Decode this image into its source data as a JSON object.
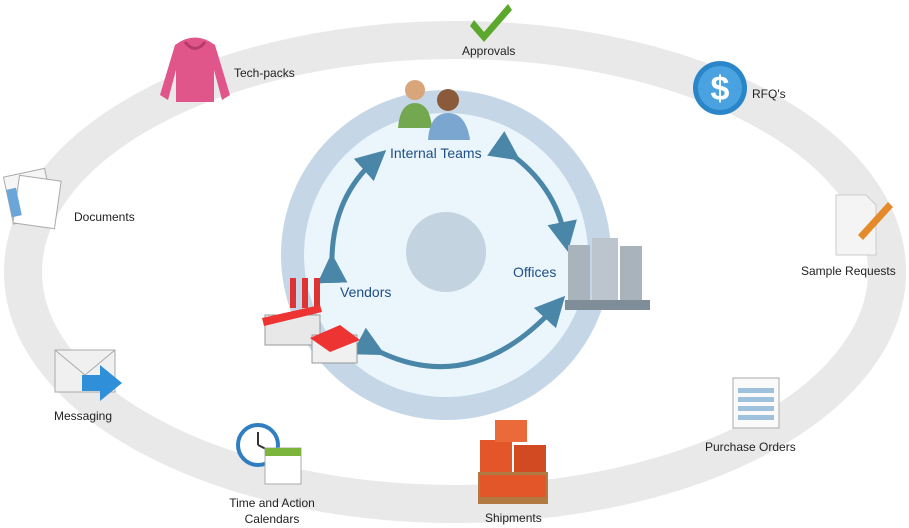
{
  "outer_items": [
    {
      "label": "Approvals",
      "icon": "checkmark-icon"
    },
    {
      "label": "RFQ's",
      "icon": "dollar-icon"
    },
    {
      "label": "Sample Requests",
      "icon": "document-pencil-icon"
    },
    {
      "label": "Purchase Orders",
      "icon": "spreadsheet-icon"
    },
    {
      "label": "Shipments",
      "icon": "boxes-pallet-icon"
    },
    {
      "label": "Time and Action",
      "label2": "Calendars",
      "icon": "clock-calendar-icon"
    },
    {
      "label": "Messaging",
      "icon": "envelope-arrow-icon"
    },
    {
      "label": "Documents",
      "icon": "documents-icon"
    },
    {
      "label": "Tech-packs",
      "icon": "hoodie-icon"
    }
  ],
  "inner_items": [
    {
      "label": "Internal Teams",
      "icon": "people-icon"
    },
    {
      "label": "Offices",
      "icon": "buildings-icon"
    },
    {
      "label": "Vendors",
      "icon": "factory-icon"
    }
  ],
  "colors": {
    "outer_ring": "#e9e9e9",
    "inner_ring": "#c5d7e6",
    "inner_fill": "#eaf5fc",
    "center": "#c3d3e0",
    "arrow": "#4a86a8",
    "label_blue": "#1f4f86"
  }
}
